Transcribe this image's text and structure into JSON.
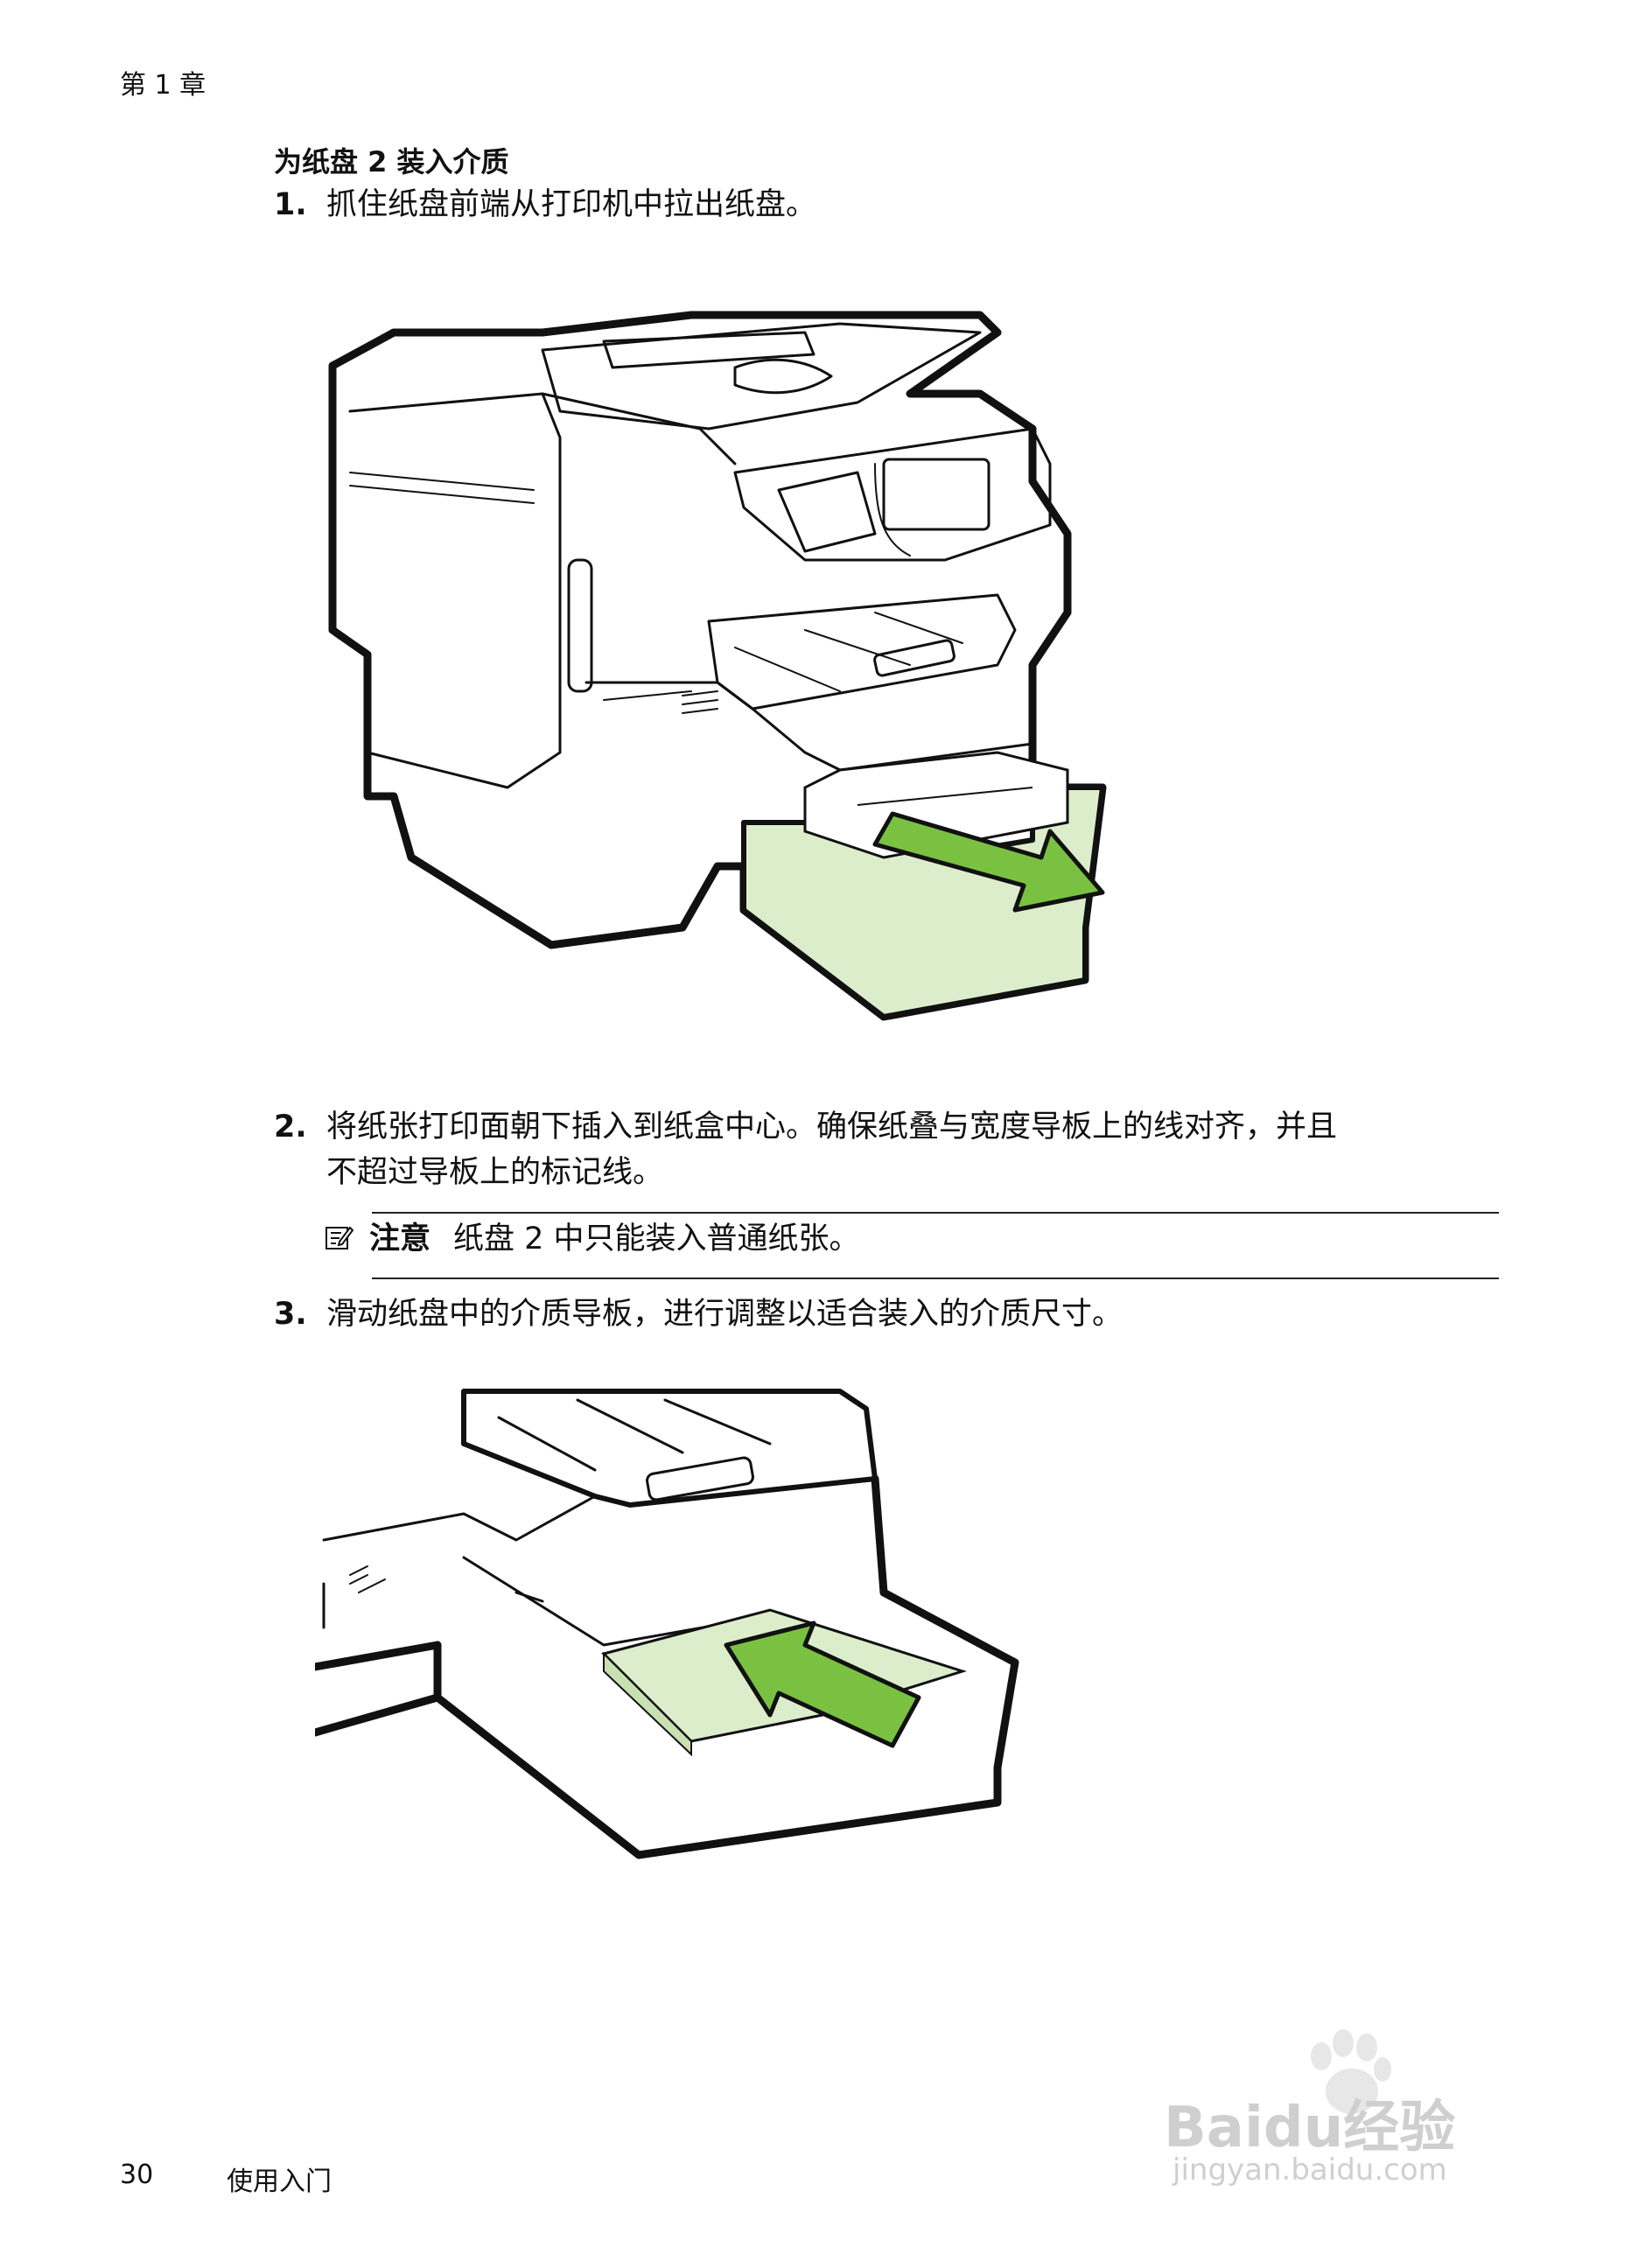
{
  "header": {
    "chapter": "第 1 章"
  },
  "section": {
    "title": "为纸盘 2 装入介质"
  },
  "steps": [
    {
      "number": "1.",
      "lines": [
        "抓住纸盘前端从打印机中拉出纸盘。"
      ]
    },
    {
      "number": "2.",
      "lines": [
        "将纸张打印面朝下插入到纸盒中心。确保纸叠与宽度导板上的线对齐，并且",
        "不超过导板上的标记线。"
      ]
    },
    {
      "number": "3.",
      "lines": [
        "滑动纸盘中的介质导板，进行调整以适合装入的介质尺寸。"
      ]
    }
  ],
  "note": {
    "label": "注意",
    "text": "纸盘 2 中只能装入普通纸张。",
    "icon": "note-pencil-icon"
  },
  "footer": {
    "page_number": "30",
    "section": "使用入门"
  },
  "watermark": {
    "brand": "Baidu经验",
    "url": "jingyan.baidu.com"
  },
  "colors": {
    "arrow_green": "#7ac142",
    "paper_green": "#dcedcb",
    "tray_outline": "#111111"
  },
  "figures": [
    {
      "name": "printer-tray-pull-out-illustration",
      "icon": "arrow-pull-icon"
    },
    {
      "name": "tray-load-paper-illustration",
      "icon": "arrow-push-icon"
    }
  ]
}
